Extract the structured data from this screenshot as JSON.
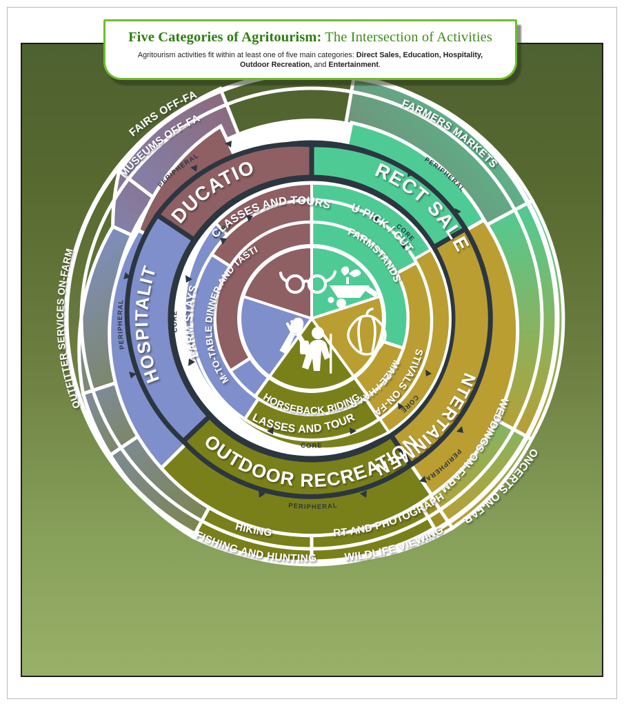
{
  "banner": {
    "title_bold": "Five Categories of Agritourism:",
    "title_rest": " The Intersection of Activities",
    "subtitle_pre": "Agritourism activities fit within at least one of five main categories: ",
    "subtitle_cats": "Direct Sales, Education, Hospitality, Outdoor Recreation,",
    "subtitle_join": " and ",
    "subtitle_last": "Entertainment",
    "subtitle_end": "."
  },
  "ring_labels": {
    "core": "CORE",
    "peripheral": "PERIPHERAL"
  },
  "colors": {
    "education": "#8e5f63",
    "direct_sales": "#4ecb95",
    "entertainment": "#ba9e31",
    "outdoor_recreation": "#7a8019",
    "hospitality": "#7f8fcb",
    "dark_ring": "#2b3640",
    "background_top": "#4e6131",
    "background_bottom": "#99b068",
    "banner_border": "#6fbe2a",
    "title_green": "#3f8c1a"
  },
  "categories": [
    {
      "id": "education",
      "name": "EDUCATION",
      "color": "#8e5f63",
      "icon": "glasses-icon",
      "core": [
        "CLASSES AND TOURS",
        "FARM-TO-TABLE DINNER AND TASTINGS"
      ],
      "peripheral": [
        "AG FAIRS OFF-FARM",
        "AG MUSEUMS OFF-FARM"
      ]
    },
    {
      "id": "direct-sales",
      "name": "DIRECT SALES",
      "color": "#4ecb95",
      "icon": "wheelbarrow-icon",
      "core": [
        "U-PICK / CUT",
        "FARMSTANDS"
      ],
      "peripheral": [
        "FARMERS MARKETS"
      ]
    },
    {
      "id": "entertainment",
      "name": "ENTERTAINMENT",
      "color": "#ba9e31",
      "icon": "pumpkin-icon",
      "core": [
        "FESTIVALS ON-FARM",
        "CORN MAZE / HAY RIDES"
      ],
      "peripheral": [
        "WEDDINGS ON-FARM",
        "CONCERTS ON-FARM"
      ]
    },
    {
      "id": "outdoor-recreation",
      "name": "OUTDOOR RECREATION",
      "color": "#7a8019",
      "icon": "hiker-icon",
      "core": [
        "CLASSES AND TOURS",
        "HORSEBACK RIDING"
      ],
      "peripheral": [
        "HIKING",
        "FISHING AND HUNTING",
        "ART AND PHOTOGRAPHY",
        "WILDLIFE VIEWING"
      ]
    },
    {
      "id": "hospitality",
      "name": "HOSPITALITY",
      "color": "#7f8fcb",
      "icon": "fork-spoon-icon",
      "core": [
        "FARM STAYS"
      ],
      "peripheral": [
        "OUTFITTER SERVICES ON-FARM"
      ]
    }
  ],
  "arc_text": {
    "core_inner_ring": [
      "CLASSES AND TOURS",
      "U-PICK / CUT",
      "FARMSTANDS",
      "FESTIVALS ON-FARM",
      "CORN MAZE / HAY RIDES",
      "CLASSES AND TOURS",
      "HORSEBACK RIDING",
      "FARM STAYS",
      "FARM-TO-TABLE DINNER AND TASTINGS"
    ],
    "category_ring": [
      "EDUCATION",
      "DIRECT SALES",
      "ENTERTAINMENT",
      "OUTDOOR RECREATION",
      "HOSPITALITY"
    ],
    "peripheral_ring": [
      "AG FAIRS OFF-FARM",
      "AG MUSEUMS OFF-FARM",
      "FARMERS MARKETS",
      "WEDDINGS ON-FARM",
      "CONCERTS ON-FARM",
      "HIKING",
      "FISHING AND HUNTING",
      "ART AND PHOTOGRAPHY",
      "WILDLIFE VIEWING",
      "OUTFITTER SERVICES ON-FARM"
    ]
  }
}
